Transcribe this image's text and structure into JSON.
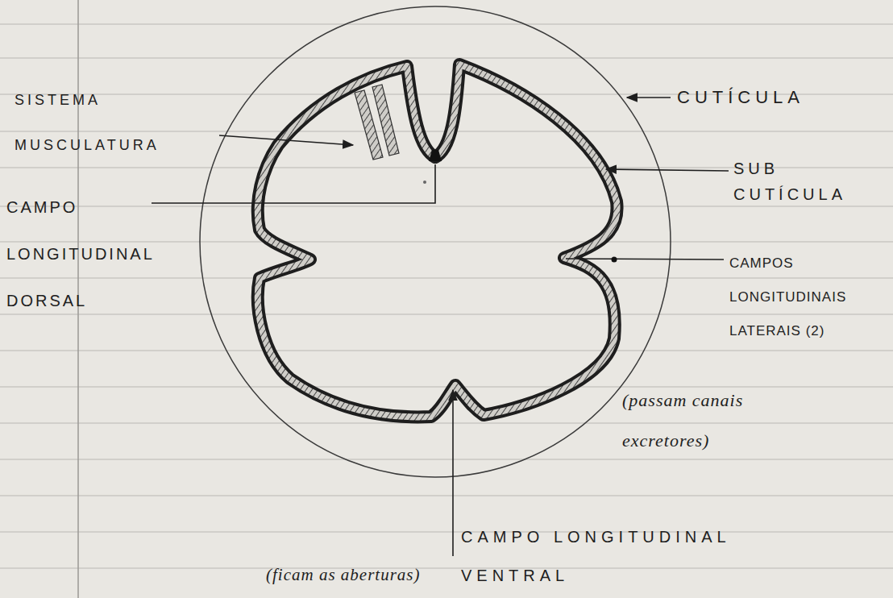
{
  "diagram": {
    "labels": [
      "SISTEMA MUSCULATURA",
      "CUTÍCULA",
      "SUB CUTÍCULA",
      "CAMPO LONGITUDINAL DORSAL",
      "CAMPOS LONGITUDINAIS LATERAIS (2)",
      "(passam canais excretores)",
      "CAMPO LONGITUDINAL VENTRAL",
      "(ficam as aberturas)"
    ]
  }
}
